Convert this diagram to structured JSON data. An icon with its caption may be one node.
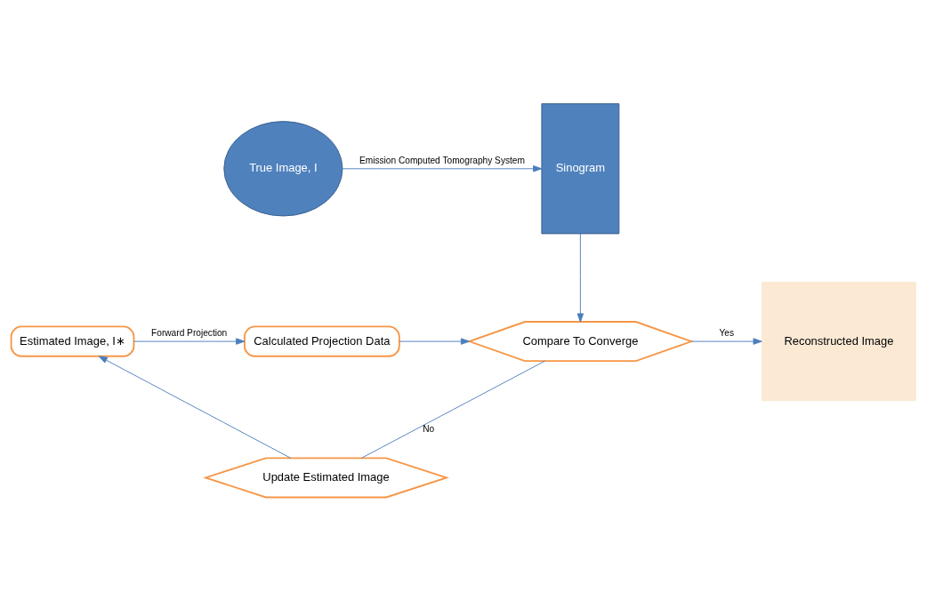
{
  "diagram": {
    "nodes": [
      {
        "text": [
          "True Image, I"
        ]
      },
      {
        "text": [
          "Sinogram"
        ]
      },
      {
        "text": [
          "Estimated Image, I∗"
        ]
      },
      {
        "text": [
          "Calculated Projection Data"
        ]
      },
      {
        "text": [
          "Compare To Converge"
        ]
      },
      {
        "text": [
          "Reconstructed Image"
        ]
      },
      {
        "text": [
          "Update Estimated Image"
        ]
      }
    ],
    "edges": [
      {
        "from": 0,
        "to": 1,
        "arrow": "to",
        "label": "Emission Computed Tomography System"
      },
      {
        "from": 1,
        "to": 4,
        "arrow": "to"
      },
      {
        "from": 2,
        "to": 3,
        "arrow": "to",
        "label": "Forward Projection"
      },
      {
        "from": 3,
        "to": 4,
        "arrow": "to"
      },
      {
        "from": 4,
        "to": 5,
        "arrow": "to",
        "label": "Yes"
      },
      {
        "from": 4,
        "to": 6,
        "arrow": "none",
        "label": "No"
      },
      {
        "from": 6,
        "to": 2,
        "arrow": "to"
      }
    ]
  }
}
